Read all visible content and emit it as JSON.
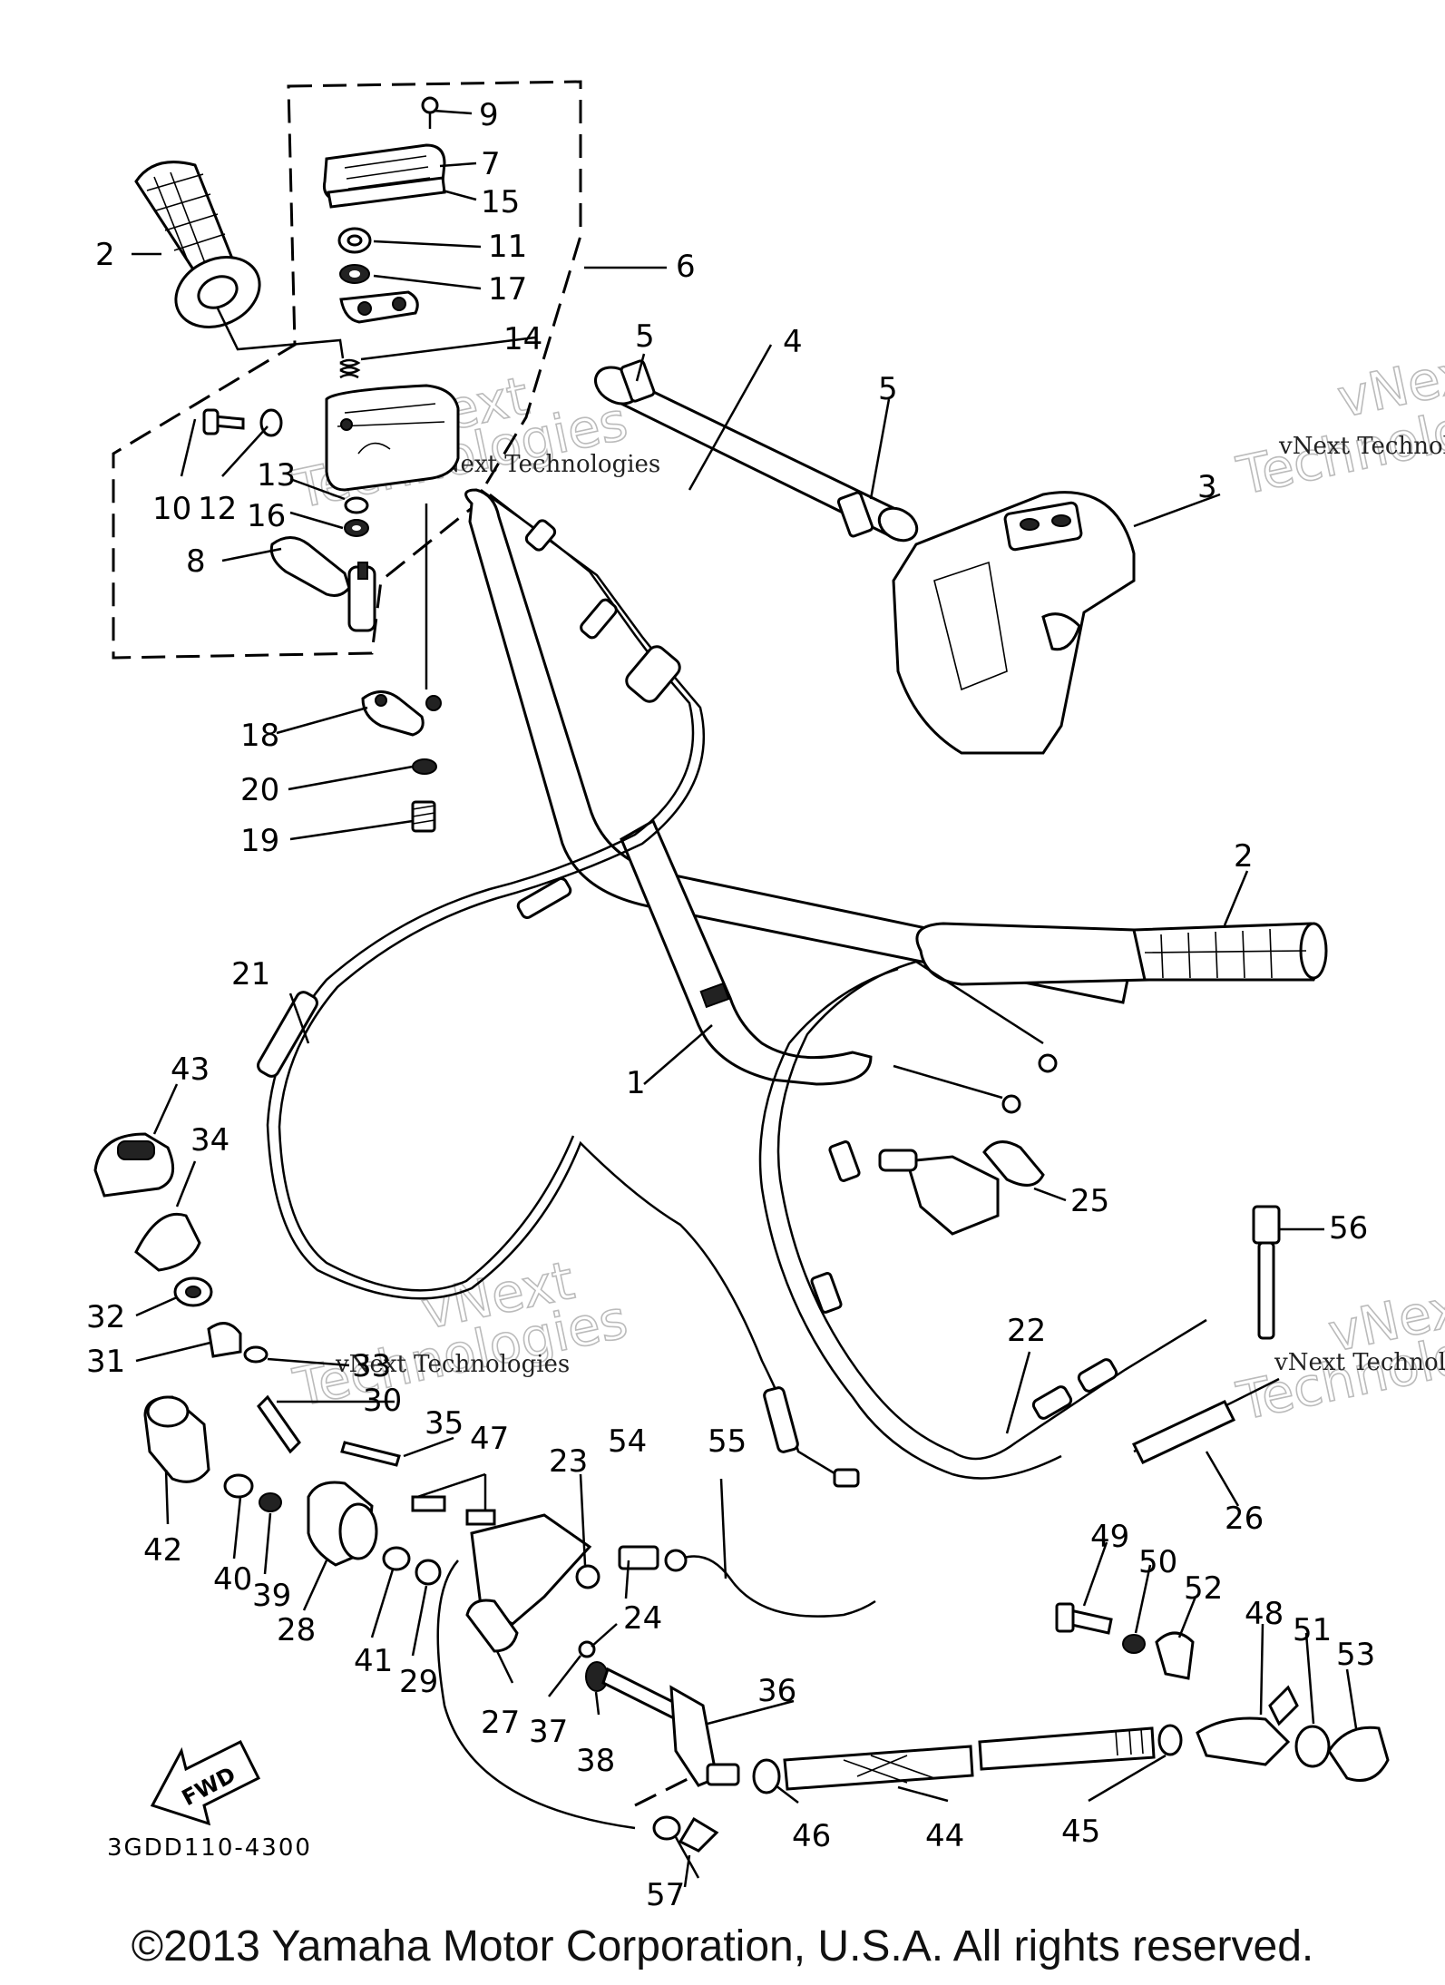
{
  "diagram": {
    "catalog_code": "3GDD110-4300",
    "direction_arrow_label": "FWD",
    "watermark_text": "vNext Technologies",
    "watermark_big_1": "vNext",
    "watermark_big_2": "Technologies",
    "labels": {
      "p1": "1",
      "p2a": "2",
      "p2b": "2",
      "p3": "3",
      "p4": "4",
      "p5a": "5",
      "p5b": "5",
      "p6": "6",
      "p7": "7",
      "p8": "8",
      "p9": "9",
      "p10": "10",
      "p11": "11",
      "p12": "12",
      "p13": "13",
      "p14": "14",
      "p15": "15",
      "p16": "16",
      "p17": "17",
      "p18": "18",
      "p19": "19",
      "p20": "20",
      "p21": "21",
      "p22": "22",
      "p23": "23",
      "p24": "24",
      "p25": "25",
      "p26": "26",
      "p27": "27",
      "p28": "28",
      "p29": "29",
      "p30": "30",
      "p31": "31",
      "p32": "32",
      "p33": "33",
      "p34": "34",
      "p35": "35",
      "p36": "36",
      "p37": "37",
      "p38": "38",
      "p39": "39",
      "p40": "40",
      "p41": "41",
      "p42": "42",
      "p43": "43",
      "p44": "44",
      "p45": "45",
      "p46": "46",
      "p47": "47",
      "p48": "48",
      "p49": "49",
      "p50": "50",
      "p51": "51",
      "p52": "52",
      "p53": "53",
      "p54": "54",
      "p55": "55",
      "p56": "56",
      "p57": "57"
    }
  },
  "footer": {
    "copyright": "©2013 Yamaha Motor Corporation, U.S.A. All rights reserved."
  }
}
